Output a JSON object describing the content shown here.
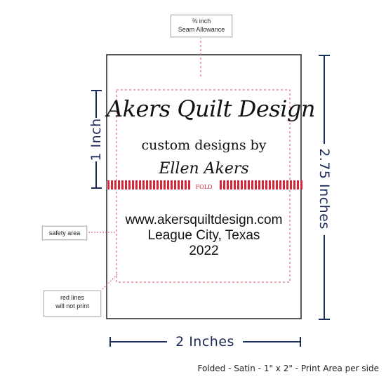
{
  "seam": {
    "line1": "⅜ inch",
    "line2": "Seam Allowance"
  },
  "dimensions": {
    "height_fold": "1 Inch",
    "height_total": "2.75 Inches",
    "width": "2 Inches"
  },
  "callouts": {
    "safety": "safety area",
    "red_lines_1": "red lines",
    "red_lines_2": "will not print"
  },
  "label": {
    "brand": "Akers Quilt Design",
    "tagline": "custom designs by",
    "designer": "Ellen Akers",
    "fold": "FOLD",
    "website": "www.akersquiltdesign.com",
    "location": "League City, Texas",
    "year": "2022"
  },
  "footer": "Folded - Satin - 1\" x 2\" - Print Area per side",
  "colors": {
    "navy": "#1c2c5a",
    "red": "#d4273a",
    "dashed": "#e05060"
  }
}
